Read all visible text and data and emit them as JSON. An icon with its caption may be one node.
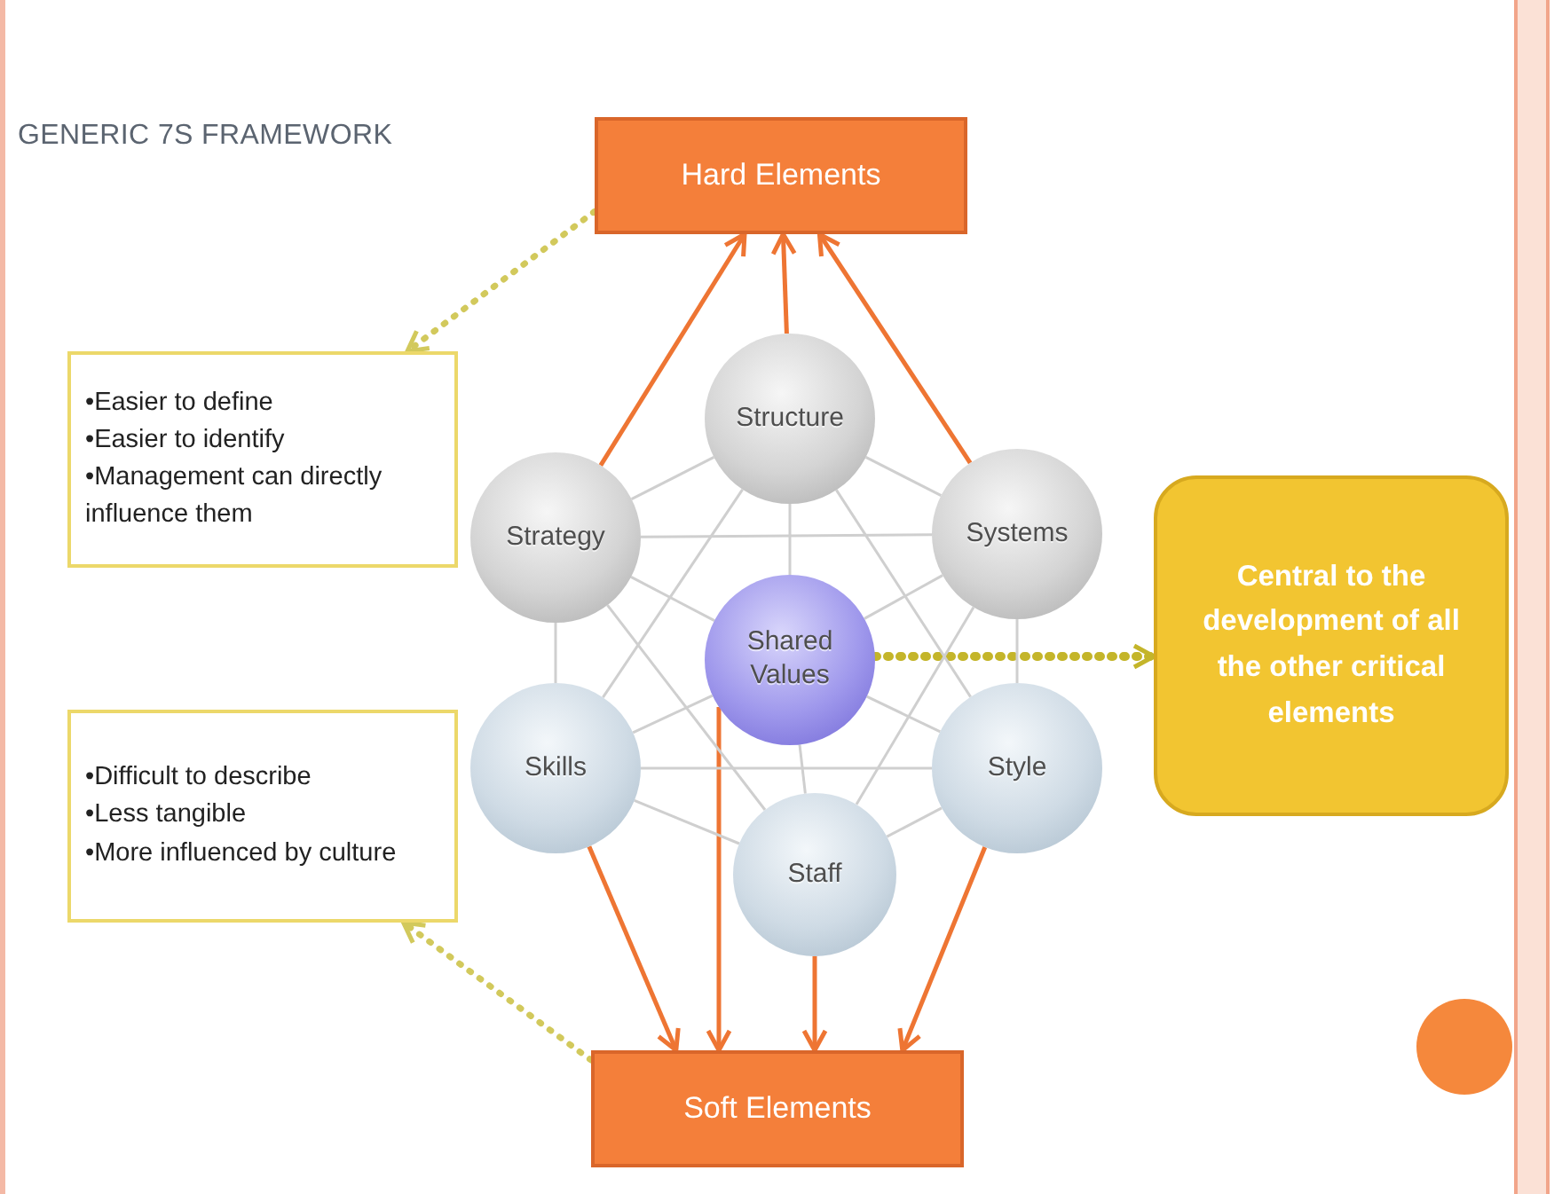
{
  "diagram": {
    "title": "GENERIC 7S FRAMEWORK",
    "nodes": [
      {
        "text": [
          "Hard Elements"
        ]
      },
      {
        "text": [
          "•Easier to define",
          "•Easier to identify",
          "•Management can directly influence them"
        ]
      },
      {
        "text": [
          "Structure"
        ]
      },
      {
        "text": [
          "Strategy"
        ]
      },
      {
        "text": [
          "Systems"
        ]
      },
      {
        "text": [
          "Shared Values"
        ]
      },
      {
        "text": [
          "Central to the development of all the other critical elements"
        ]
      },
      {
        "text": [
          "•Difficult to describe",
          "•Less tangible",
          "•More influenced by culture"
        ]
      },
      {
        "text": [
          "Skills"
        ]
      },
      {
        "text": [
          "Style"
        ]
      },
      {
        "text": [
          "Staff"
        ]
      },
      {
        "text": [
          "Soft Elements"
        ]
      }
    ],
    "edges": [
      {
        "from": 0,
        "to": 1,
        "arrow": "to",
        "style": "dashed",
        "color": "#d2c95c"
      },
      {
        "from": 3,
        "to": 0,
        "arrow": "to",
        "color": "#ee7533"
      },
      {
        "from": 2,
        "to": 0,
        "arrow": "to",
        "color": "#ee7533"
      },
      {
        "from": 4,
        "to": 0,
        "arrow": "to",
        "color": "#ee7533"
      },
      {
        "from": 5,
        "to": 6,
        "arrow": "to",
        "style": "dashed",
        "color": "#c4b52a"
      },
      {
        "from": 8,
        "to": 11,
        "arrow": "to",
        "color": "#ee7533"
      },
      {
        "from": 5,
        "to": 11,
        "arrow": "to",
        "color": "#ee7533"
      },
      {
        "from": 10,
        "to": 11,
        "arrow": "to",
        "color": "#ee7533"
      },
      {
        "from": 9,
        "to": 11,
        "arrow": "to",
        "color": "#ee7533"
      },
      {
        "from": 11,
        "to": 7,
        "arrow": "to",
        "style": "dashed",
        "color": "#d2c95c"
      },
      {
        "from": 2,
        "to": 3,
        "arrow": "none"
      },
      {
        "from": 2,
        "to": 4,
        "arrow": "none"
      },
      {
        "from": 3,
        "to": 8,
        "arrow": "none"
      },
      {
        "from": 4,
        "to": 9,
        "arrow": "none"
      },
      {
        "from": 8,
        "to": 10,
        "arrow": "none"
      },
      {
        "from": 10,
        "to": 9,
        "arrow": "none"
      },
      {
        "from": 3,
        "to": 4,
        "arrow": "none"
      },
      {
        "from": 8,
        "to": 9,
        "arrow": "none"
      },
      {
        "from": 2,
        "to": 5,
        "arrow": "none"
      },
      {
        "from": 3,
        "to": 5,
        "arrow": "none"
      },
      {
        "from": 4,
        "to": 5,
        "arrow": "none"
      },
      {
        "from": 8,
        "to": 5,
        "arrow": "none"
      },
      {
        "from": 9,
        "to": 5,
        "arrow": "none"
      },
      {
        "from": 10,
        "to": 5,
        "arrow": "none"
      },
      {
        "from": 2,
        "to": 8,
        "arrow": "none"
      },
      {
        "from": 2,
        "to": 9,
        "arrow": "none"
      },
      {
        "from": 3,
        "to": 10,
        "arrow": "none"
      },
      {
        "from": 4,
        "to": 10,
        "arrow": "none"
      }
    ]
  }
}
